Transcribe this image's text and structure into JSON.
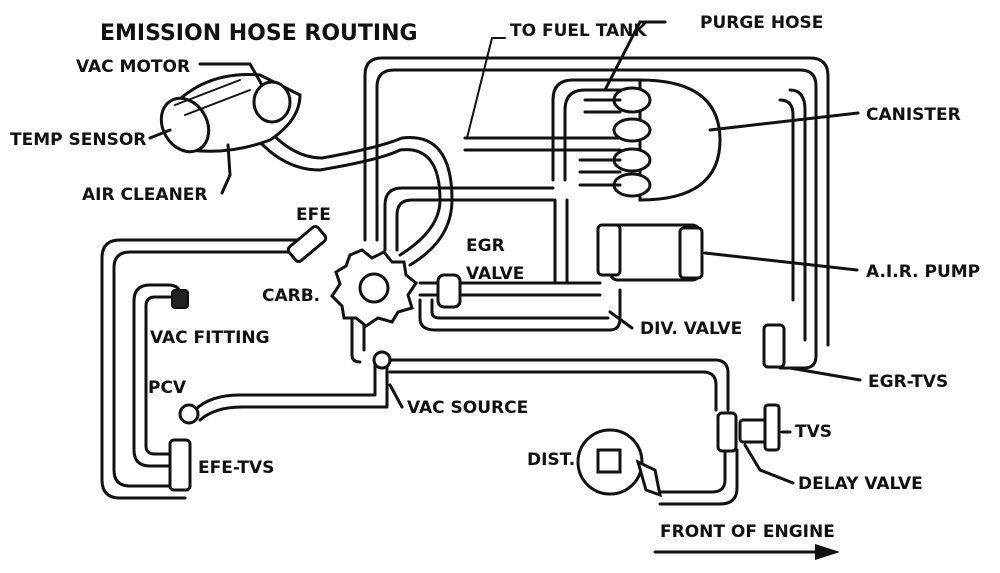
{
  "title": "EMISSION HOSE ROUTING",
  "labels": {
    "vac_motor": "VAC MOTOR",
    "temp_sensor": "TEMP SENSOR",
    "air_cleaner": "AIR CLEANER",
    "to_fuel_tank": "TO FUEL TANK",
    "purge_hose": "PURGE HOSE",
    "canister": "CANISTER",
    "efe": "EFE",
    "egr_valve_line1": "EGR",
    "egr_valve_line2": "VALVE",
    "carb": "CARB.",
    "air_pump": "A.I.R. PUMP",
    "vac_fitting": "VAC FITTING",
    "div_valve": "DIV. VALVE",
    "egr_tvs": "EGR-TVS",
    "pcv": "PCV",
    "vac_source": "VAC SOURCE",
    "tvs": "TVS",
    "efe_tvs": "EFE-TVS",
    "dist": "DIST.",
    "delay_valve": "DELAY VALVE",
    "front_of_engine": "FRONT OF ENGINE"
  }
}
